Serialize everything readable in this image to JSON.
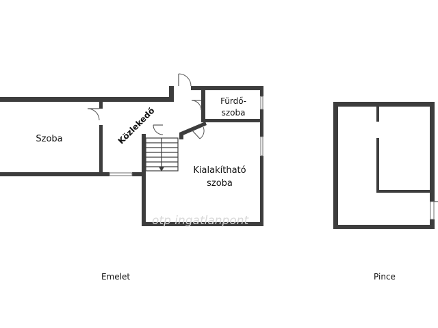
{
  "floors": {
    "upper_label": "Emelet",
    "cellar_label": "Pince"
  },
  "rooms": {
    "room": "Szoba",
    "corridor": "Közlekedő",
    "bathroom_line1": "Fürdő-",
    "bathroom_line2": "szoba",
    "convertible_line1": "Kialakítható",
    "convertible_line2": "szoba"
  },
  "watermark": "otp ingatlanpont",
  "colors": {
    "wall": "#3d3d3d",
    "background": "#ffffff",
    "text": "#111111",
    "watermark": "#d9d9d9"
  }
}
